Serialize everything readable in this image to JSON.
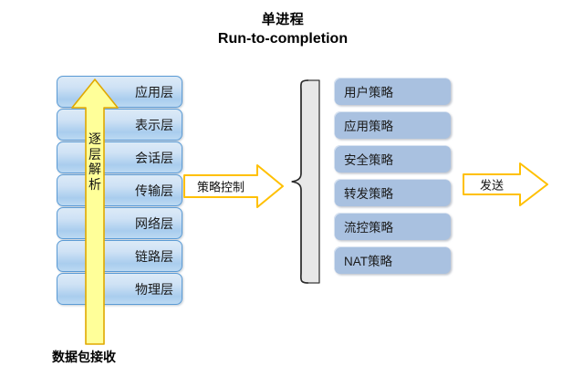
{
  "title": {
    "line1": "单进程",
    "line2": "Run-to-completion"
  },
  "osi_stack": {
    "name": "osi-layer-stack",
    "layers": [
      {
        "label": "应用层"
      },
      {
        "label": "表示层"
      },
      {
        "label": "会话层"
      },
      {
        "label": "传输层"
      },
      {
        "label": "网络层"
      },
      {
        "label": "链路层"
      },
      {
        "label": "物理层"
      }
    ]
  },
  "up_arrow": {
    "label_chars": [
      "逐",
      "层",
      "解",
      "析"
    ],
    "label": "逐层解析",
    "fill": "#ffff99",
    "stroke": "#e0a800"
  },
  "bottom_caption": "数据包接收",
  "mid_arrow": {
    "label": "策略控制",
    "fill": "#ffffff",
    "stroke": "#ffc000"
  },
  "brace": {
    "name": "curly-brace",
    "fill": "#e8e8e8",
    "stroke": "#404040"
  },
  "policy_stack": {
    "name": "policy-list",
    "fill": "#a9c1e0",
    "items": [
      {
        "label": "用户策略"
      },
      {
        "label": "应用策略"
      },
      {
        "label": "安全策略"
      },
      {
        "label": "转发策略"
      },
      {
        "label": "流控策略"
      },
      {
        "label": "NAT策略"
      }
    ]
  },
  "send_arrow": {
    "label": "发送",
    "fill": "#ffffff",
    "stroke": "#ffc000"
  },
  "colors": {
    "layer_border": "#5b9bd5",
    "layer_fill_top": "#dceaf7",
    "layer_fill_bottom": "#a9cdee",
    "policy_fill": "#a9c1e0",
    "arrow_gold": "#ffc000",
    "arrow_yellow": "#ffff99",
    "text": "#1a1a1a"
  }
}
